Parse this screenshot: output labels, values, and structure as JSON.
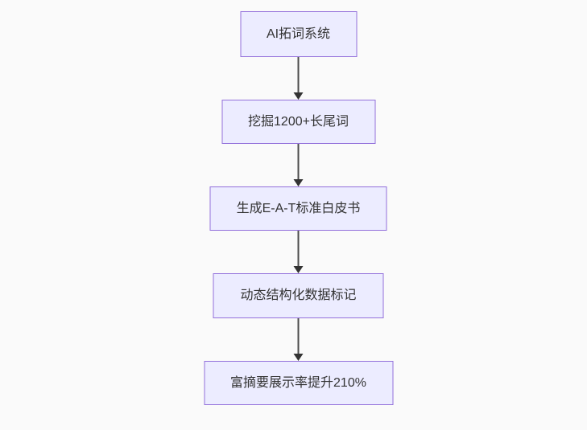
{
  "page": {
    "background": "#fafafa"
  },
  "flow": {
    "type": "flowchart",
    "direction": "top-down",
    "nodes": [
      {
        "id": "n1",
        "label": "AI拓词系统"
      },
      {
        "id": "n2",
        "label": "挖掘1200+长尾词"
      },
      {
        "id": "n3",
        "label": "生成E-A-T标准白皮书"
      },
      {
        "id": "n4",
        "label": "动态结构化数据标记"
      },
      {
        "id": "n5",
        "label": "富摘要展示率提升210%"
      }
    ],
    "edges": [
      {
        "from": "n1",
        "to": "n2",
        "arrow": "down"
      },
      {
        "from": "n2",
        "to": "n3",
        "arrow": "down"
      },
      {
        "from": "n3",
        "to": "n4",
        "arrow": "down"
      },
      {
        "from": "n4",
        "to": "n5",
        "arrow": "down"
      }
    ],
    "colors": {
      "node_fill": "#ECECFF",
      "node_border": "#9370DB",
      "arrow_line": "#4d4d4d",
      "arrow_head": "#333333",
      "text": "#333333"
    }
  }
}
